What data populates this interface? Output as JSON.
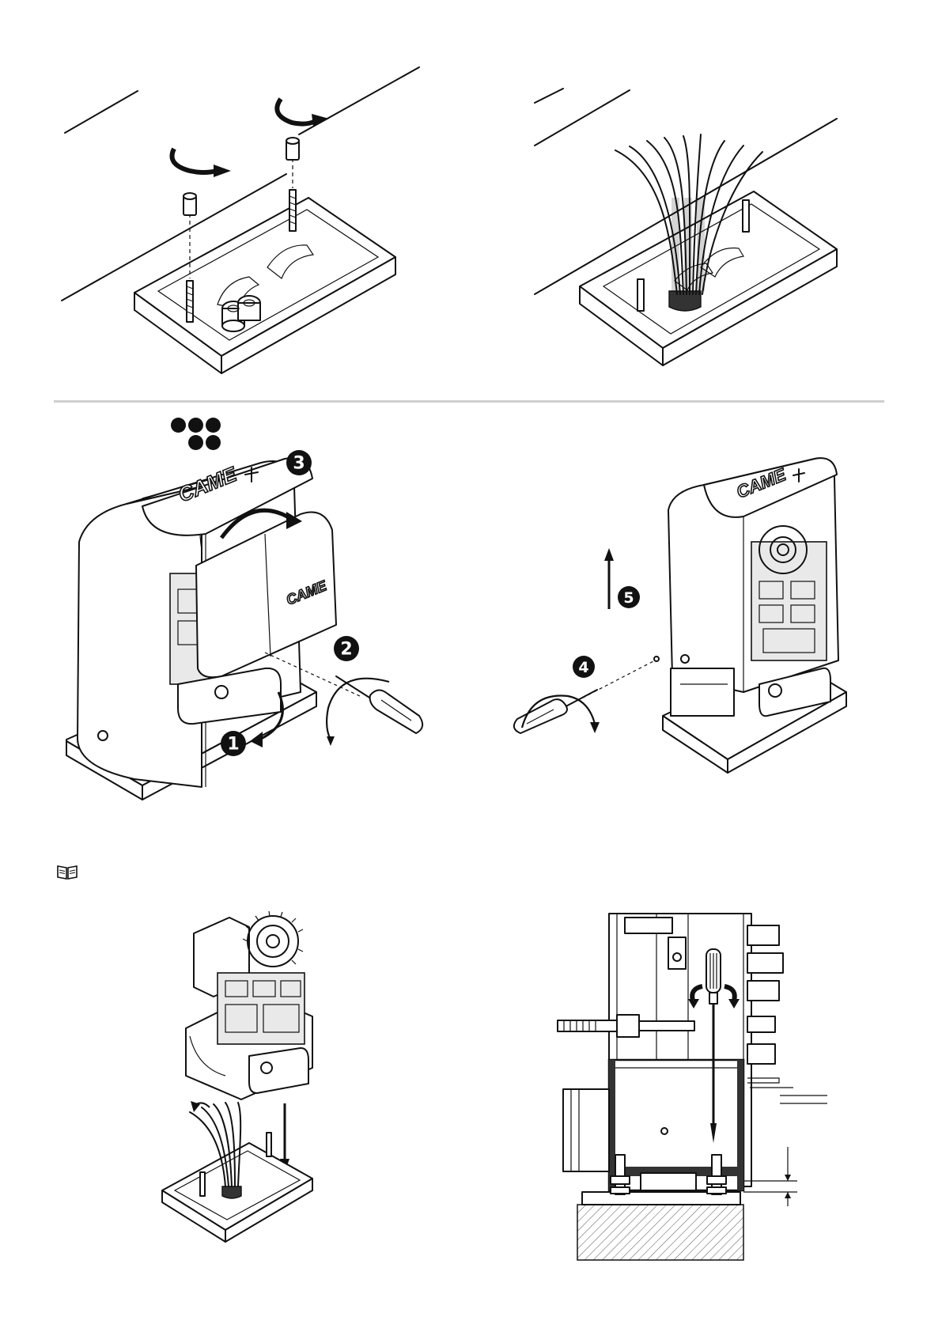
{
  "brand": {
    "logo_large": "CAME",
    "logo_small": "CAME",
    "logo_right": "CAME"
  },
  "step_badges": {
    "step1": "1",
    "step2": "2",
    "step3": "3",
    "step4": "4",
    "step5": "5"
  },
  "colors": {
    "line": "#111111",
    "divider": "#cfcfcf",
    "fill": "#ffffff",
    "hatch": "#555555"
  },
  "icons": {
    "dots": "five-dot-pattern-icon",
    "manual": "open-book-icon"
  }
}
